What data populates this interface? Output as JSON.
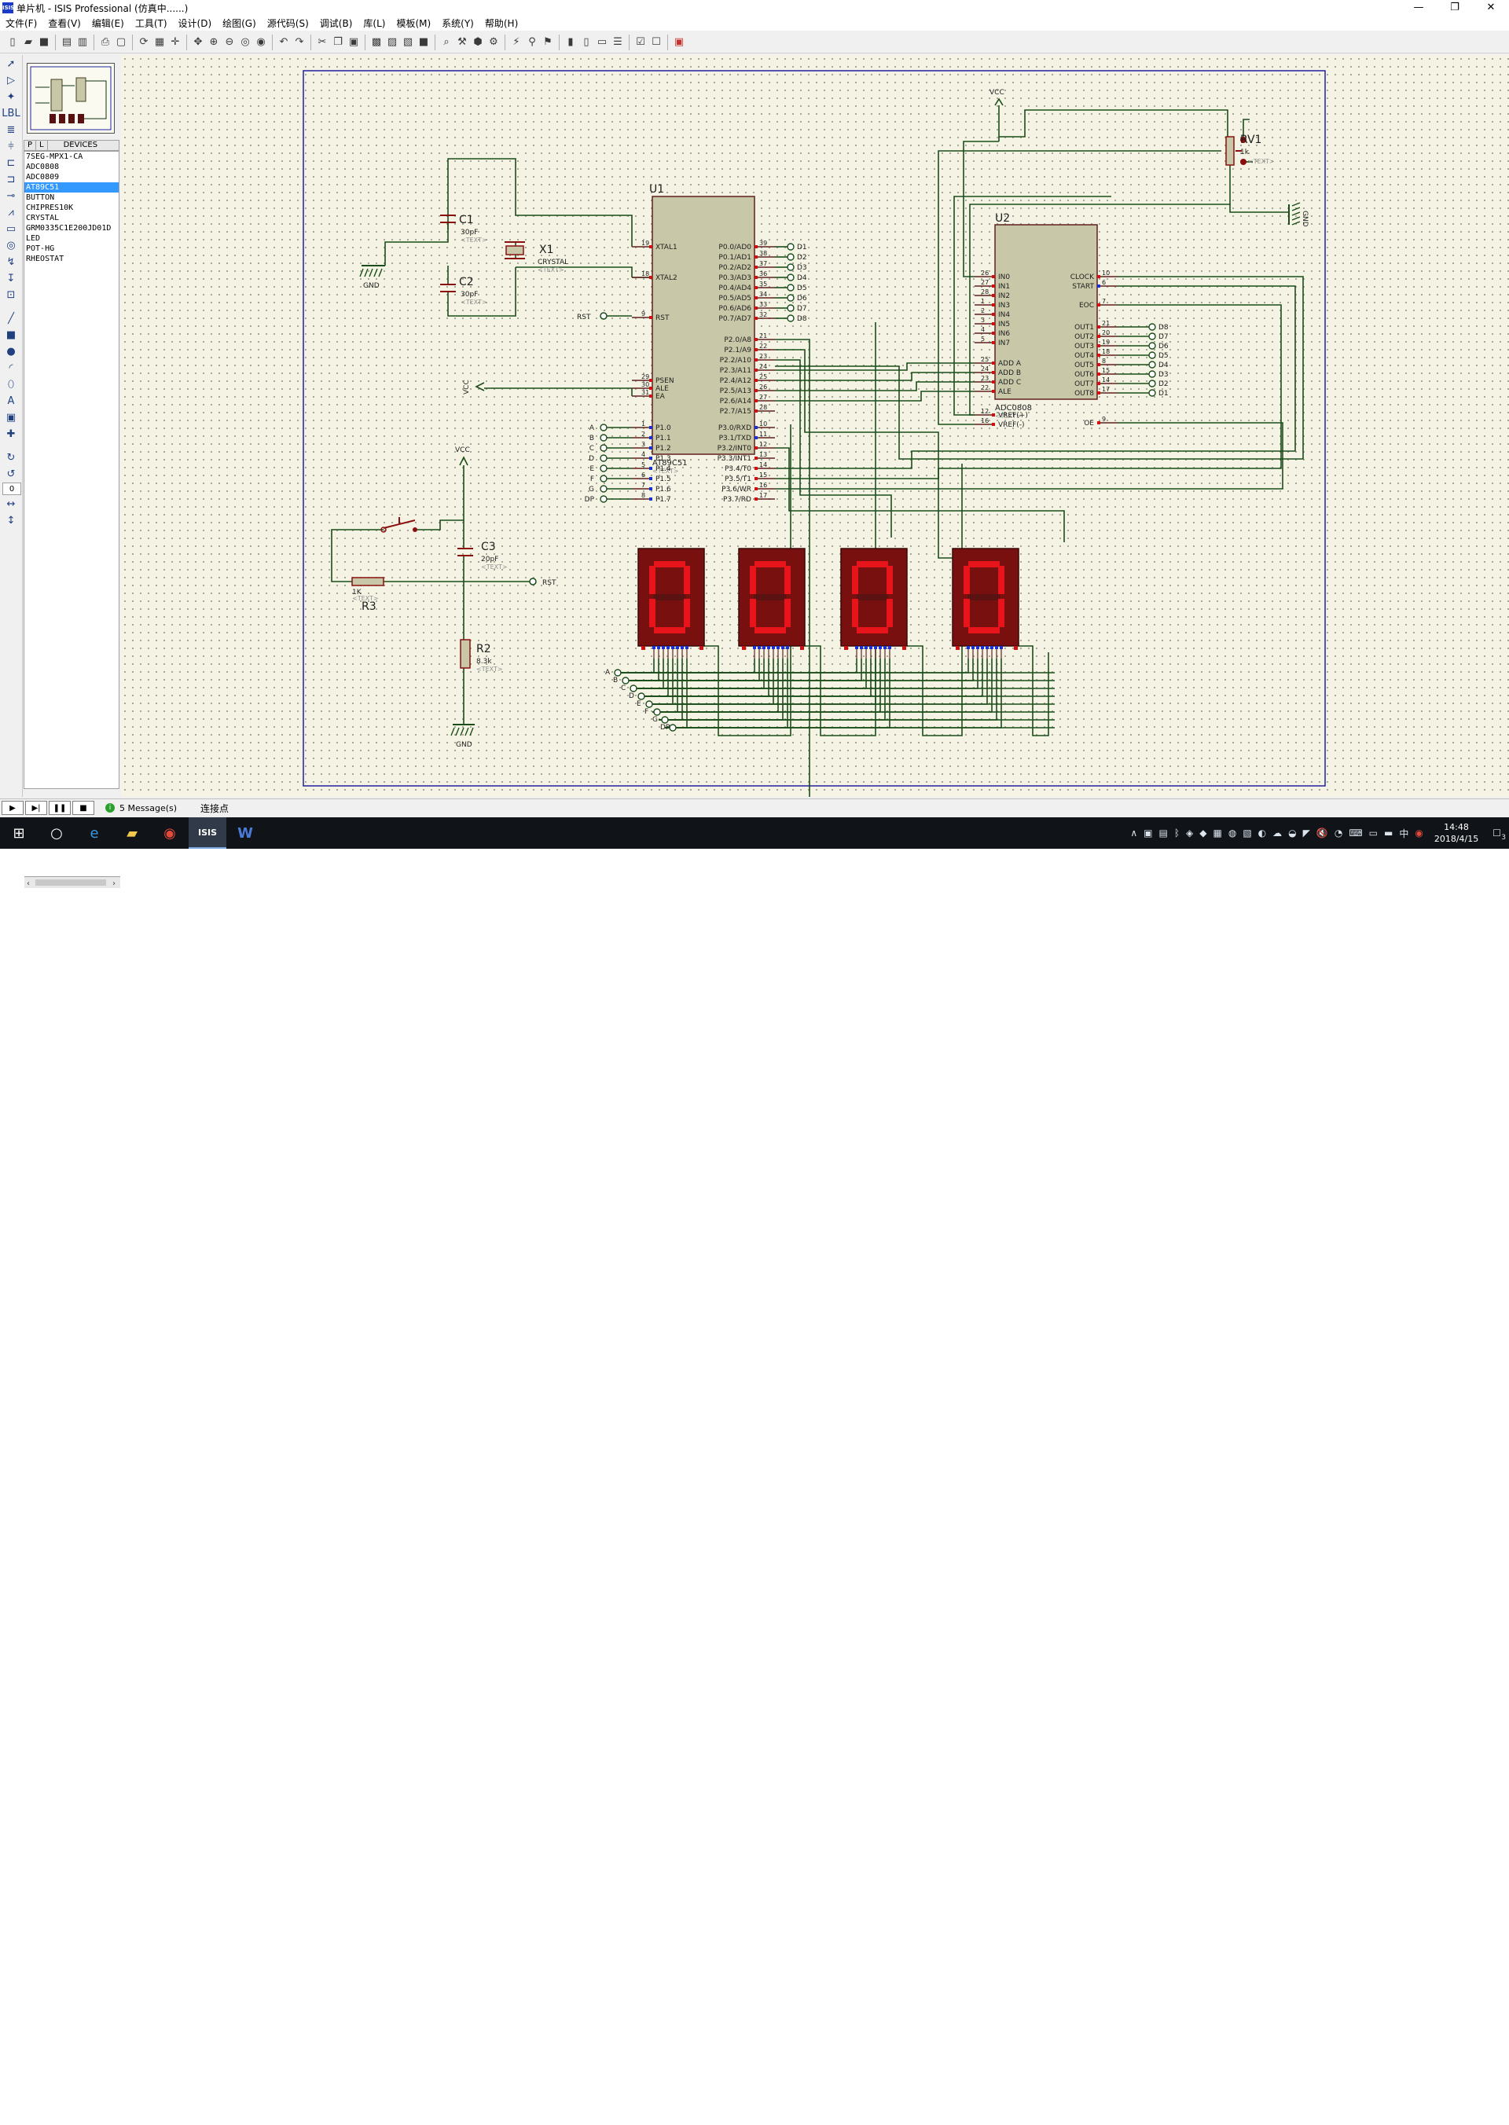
{
  "window": {
    "title": "单片机 - ISIS Professional (仿真中......)",
    "app_icon": "ISIS",
    "minimize": "—",
    "restore": "❐",
    "close": "✕"
  },
  "menu": [
    "文件(F)",
    "查看(V)",
    "编辑(E)",
    "工具(T)",
    "设计(D)",
    "绘图(G)",
    "源代码(S)",
    "调试(B)",
    "库(L)",
    "模板(M)",
    "系统(Y)",
    "帮助(H)"
  ],
  "panel": {
    "tab_p": "P",
    "tab_l": "L",
    "header": "DEVICES",
    "devices": [
      "7SEG-MPX1-CA",
      "ADC0808",
      "ADC0809",
      "AT89C51",
      "BUTTON",
      "CHIPRES10K",
      "CRYSTAL",
      "GRM0335C1E200JD01D",
      "LED",
      "POT-HG",
      "RHEOSTAT"
    ],
    "selected": "AT89C51",
    "rotation_value": "0"
  },
  "statusbar": {
    "messages": "5 Message(s)",
    "status": "连接点"
  },
  "taskbar": {
    "time": "14:48",
    "date": "2018/4/15",
    "ime": "中",
    "notification_count": "3"
  },
  "schematic": {
    "u1": {
      "ref": "U1",
      "part": "AT89C51",
      "text": "<TEXT>",
      "left_pins": [
        {
          "num": "19",
          "name": "XTAL1"
        },
        {
          "num": "18",
          "name": "XTAL2"
        },
        {
          "num": "9",
          "name": "RST"
        },
        {
          "num": "29",
          "name": "PSEN"
        },
        {
          "num": "30",
          "name": "ALE"
        },
        {
          "num": "31",
          "name": "EA"
        },
        {
          "num": "1",
          "name": "P1.0"
        },
        {
          "num": "2",
          "name": "P1.1"
        },
        {
          "num": "3",
          "name": "P1.2"
        },
        {
          "num": "4",
          "name": "P1.3"
        },
        {
          "num": "5",
          "name": "P1.4"
        },
        {
          "num": "6",
          "name": "P1.5"
        },
        {
          "num": "7",
          "name": "P1.6"
        },
        {
          "num": "8",
          "name": "P1.7"
        }
      ],
      "right_pins": [
        {
          "num": "39",
          "name": "P0.0/AD0"
        },
        {
          "num": "38",
          "name": "P0.1/AD1"
        },
        {
          "num": "37",
          "name": "P0.2/AD2"
        },
        {
          "num": "36",
          "name": "P0.3/AD3"
        },
        {
          "num": "35",
          "name": "P0.4/AD4"
        },
        {
          "num": "34",
          "name": "P0.5/AD5"
        },
        {
          "num": "33",
          "name": "P0.6/AD6"
        },
        {
          "num": "32",
          "name": "P0.7/AD7"
        },
        {
          "num": "21",
          "name": "P2.0/A8"
        },
        {
          "num": "22",
          "name": "P2.1/A9"
        },
        {
          "num": "23",
          "name": "P2.2/A10"
        },
        {
          "num": "24",
          "name": "P2.3/A11"
        },
        {
          "num": "25",
          "name": "P2.4/A12"
        },
        {
          "num": "26",
          "name": "P2.5/A13"
        },
        {
          "num": "27",
          "name": "P2.6/A14"
        },
        {
          "num": "28",
          "name": "P2.7/A15"
        },
        {
          "num": "10",
          "name": "P3.0/RXD"
        },
        {
          "num": "11",
          "name": "P3.1/TXD"
        },
        {
          "num": "12",
          "name": "P3.2/INT0"
        },
        {
          "num": "13",
          "name": "P3.3/INT1"
        },
        {
          "num": "14",
          "name": "P3.4/T0"
        },
        {
          "num": "15",
          "name": "P3.5/T1"
        },
        {
          "num": "16",
          "name": "P3.6/WR"
        },
        {
          "num": "17",
          "name": "P3.7/RD"
        }
      ],
      "p0_labels": [
        "D1",
        "D2",
        "D3",
        "D4",
        "D5",
        "D6",
        "D7",
        "D8"
      ],
      "p1_labels": [
        "A",
        "B",
        "C",
        "D",
        "E",
        "F",
        "G",
        "DP"
      ]
    },
    "u2": {
      "ref": "U2",
      "part": "ADC0808",
      "text": "<TEXT>",
      "left_pins": [
        {
          "num": "26",
          "name": "IN0"
        },
        {
          "num": "27",
          "name": "IN1"
        },
        {
          "num": "28",
          "name": "IN2"
        },
        {
          "num": "1",
          "name": "IN3"
        },
        {
          "num": "2",
          "name": "IN4"
        },
        {
          "num": "3",
          "name": "IN5"
        },
        {
          "num": "4",
          "name": "IN6"
        },
        {
          "num": "5",
          "name": "IN7"
        },
        {
          "num": "25",
          "name": "ADD A"
        },
        {
          "num": "24",
          "name": "ADD B"
        },
        {
          "num": "23",
          "name": "ADD C"
        },
        {
          "num": "22",
          "name": "ALE"
        },
        {
          "num": "12",
          "name": "VREF(+)"
        },
        {
          "num": "16",
          "name": "VREF(-)"
        }
      ],
      "right_pins": [
        {
          "num": "10",
          "name": "CLOCK"
        },
        {
          "num": "6",
          "name": "START"
        },
        {
          "num": "7",
          "name": "EOC"
        },
        {
          "num": "21",
          "name": "OUT1"
        },
        {
          "num": "20",
          "name": "OUT2"
        },
        {
          "num": "19",
          "name": "OUT3"
        },
        {
          "num": "18",
          "name": "OUT4"
        },
        {
          "num": "8",
          "name": "OUT5"
        },
        {
          "num": "15",
          "name": "OUT6"
        },
        {
          "num": "14",
          "name": "OUT7"
        },
        {
          "num": "17",
          "name": "OUT8"
        },
        {
          "num": "9",
          "name": "OE"
        }
      ],
      "out_labels": [
        "D8",
        "D7",
        "D6",
        "D5",
        "D4",
        "D3",
        "D2",
        "D1"
      ]
    },
    "c1": {
      "ref": "C1",
      "value": "30pF",
      "text": "<TEXT>"
    },
    "c2": {
      "ref": "C2",
      "value": "30pF",
      "text": "<TEXT>"
    },
    "c3": {
      "ref": "C3",
      "value": "20pF",
      "text": "<TEXT>"
    },
    "x1": {
      "ref": "X1",
      "value": "CRYSTAL",
      "text": "<TEXT>"
    },
    "r2": {
      "ref": "R2",
      "value": "8.3k",
      "text": "<TEXT>"
    },
    "r3": {
      "ref": "R3",
      "value": "1K",
      "text": "<TEXT>"
    },
    "rv1": {
      "ref": "RV1",
      "value": "1k",
      "text": "<TEXT>"
    },
    "labels": {
      "vcc": "VCC",
      "gnd": "GND",
      "rst": "RST"
    },
    "display": {
      "digits": [
        "0",
        "0",
        "0",
        "0"
      ],
      "color": "#e8141c",
      "body_color": "#781010"
    },
    "seg_labels": [
      "A",
      "B",
      "C",
      "D",
      "E",
      "F",
      "G",
      "DP"
    ]
  }
}
